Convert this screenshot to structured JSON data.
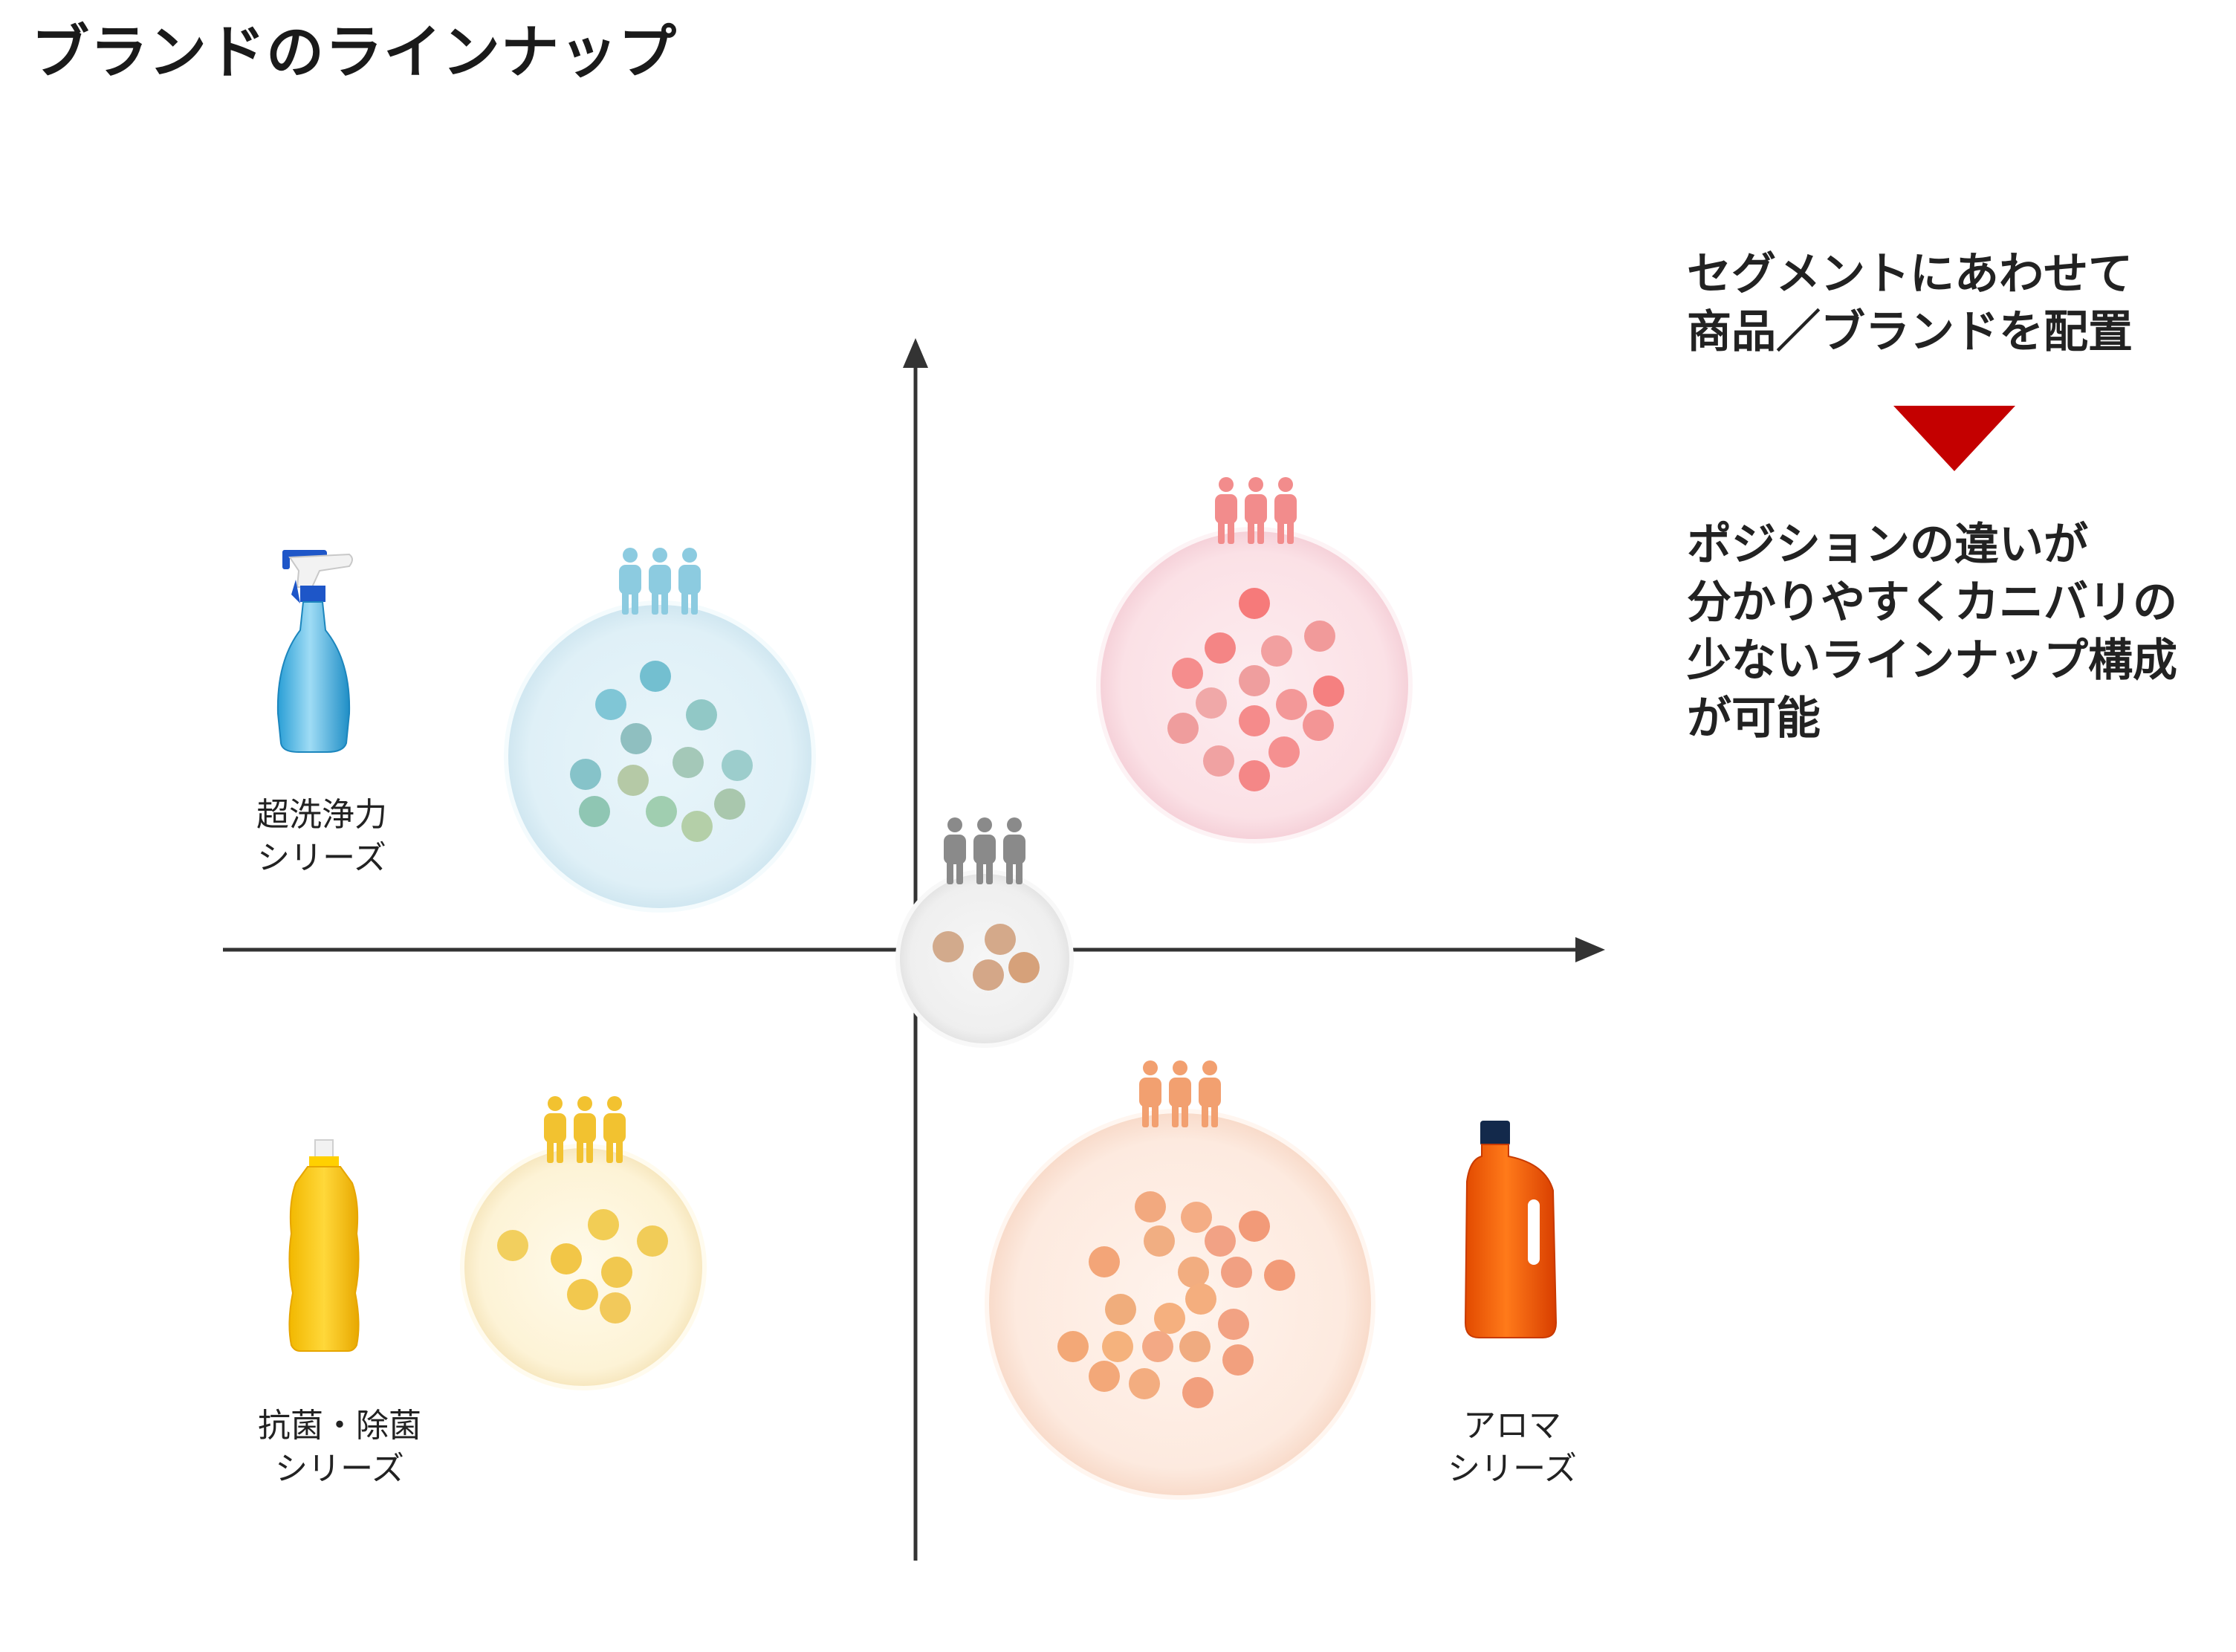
{
  "title": "ブランドのラインナップ",
  "products": {
    "glass_cleaner": {
      "line1": "超洗浄力",
      "line2": "シリーズ"
    },
    "antibacterial": {
      "line1": "抗菌・除菌",
      "line2": "シリーズ"
    },
    "aroma": {
      "line1": "アロマ",
      "line2": "シリーズ"
    }
  },
  "panel": {
    "heading_line1": "セグメントにあわせて",
    "heading_line2": "商品／ブランドを配置",
    "body_line1": "ポジションの違いが",
    "body_line2": "分かりやすくカニバリの",
    "body_line3": "少ないラインナップ構成",
    "body_line4": "が可能"
  },
  "colors": {
    "axis": "#333333",
    "accent_arrow": "#c40000",
    "segment_blue": "#7cc3d6",
    "segment_red": "#f07878",
    "segment_gray": "#8a8a8a",
    "segment_yellow": "#f2c230",
    "segment_orange": "#f2a070"
  },
  "icons": [
    "spray-bottle-icon",
    "yellow-bottle-icon",
    "orange-bottle-icon",
    "people-group-icon"
  ]
}
